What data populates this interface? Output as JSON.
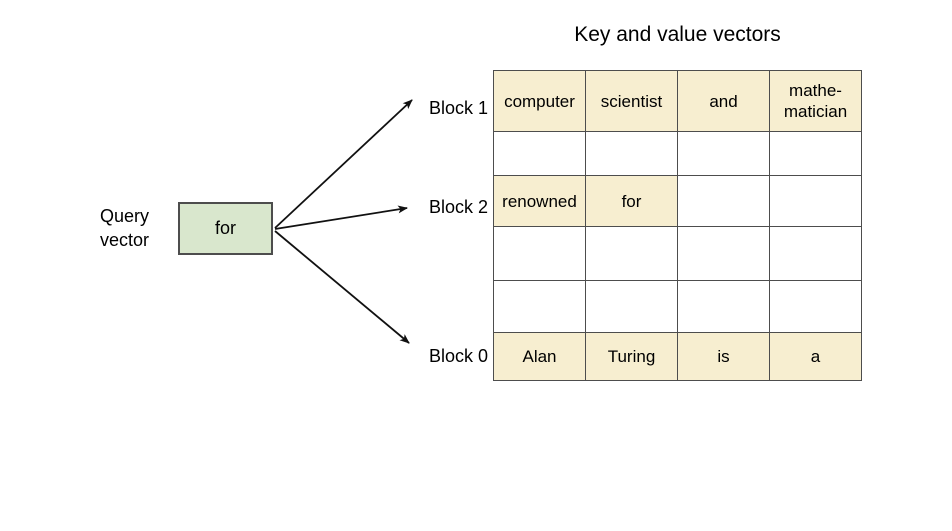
{
  "title": "Key and value vectors",
  "colors": {
    "cell_filled": "#f7eed0",
    "cell_empty": "#ffffff",
    "query_box_fill": "#d9e7cd",
    "border": "#4d4d4d",
    "text": "#000000",
    "background": "#ffffff"
  },
  "query": {
    "label_line1": "Query",
    "label_line2": "vector",
    "value": "for"
  },
  "blocks": [
    {
      "id": "block-1",
      "label": "Block 1",
      "row_index": 0
    },
    {
      "id": "block-2",
      "label": "Block 2",
      "row_index": 2
    },
    {
      "id": "block-0",
      "label": "Block 0",
      "row_index": 5
    }
  ],
  "arrows": [
    {
      "name": "arrow-to-block-1",
      "from_block": "query-vector",
      "to_block": "Block 1"
    },
    {
      "name": "arrow-to-block-2",
      "from_block": "query-vector",
      "to_block": "Block 2"
    },
    {
      "name": "arrow-to-block-0",
      "from_block": "query-vector",
      "to_block": "Block 0"
    }
  ],
  "table": {
    "columns": 4,
    "rows": [
      {
        "row_name": "row-block-1",
        "filled": true,
        "cells": [
          {
            "text": "computer",
            "lines": [
              "computer"
            ],
            "filled": true
          },
          {
            "text": "scientist",
            "lines": [
              "scientist"
            ],
            "filled": true
          },
          {
            "text": "and",
            "lines": [
              "and"
            ],
            "filled": true
          },
          {
            "text": "mathe-matician",
            "lines": [
              "mathe-",
              "matician"
            ],
            "filled": true
          }
        ]
      },
      {
        "row_name": "row-empty-1",
        "filled": false,
        "cells": [
          {
            "text": "",
            "lines": [
              ""
            ],
            "filled": false
          },
          {
            "text": "",
            "lines": [
              ""
            ],
            "filled": false
          },
          {
            "text": "",
            "lines": [
              ""
            ],
            "filled": false
          },
          {
            "text": "",
            "lines": [
              ""
            ],
            "filled": false
          }
        ]
      },
      {
        "row_name": "row-block-2",
        "filled": true,
        "cells": [
          {
            "text": "renowned",
            "lines": [
              "renowned"
            ],
            "filled": true
          },
          {
            "text": "for",
            "lines": [
              "for"
            ],
            "filled": true
          },
          {
            "text": "",
            "lines": [
              ""
            ],
            "filled": false
          },
          {
            "text": "",
            "lines": [
              ""
            ],
            "filled": false
          }
        ]
      },
      {
        "row_name": "row-empty-2",
        "filled": false,
        "cells": [
          {
            "text": "",
            "lines": [
              ""
            ],
            "filled": false
          },
          {
            "text": "",
            "lines": [
              ""
            ],
            "filled": false
          },
          {
            "text": "",
            "lines": [
              ""
            ],
            "filled": false
          },
          {
            "text": "",
            "lines": [
              ""
            ],
            "filled": false
          }
        ]
      },
      {
        "row_name": "row-empty-3",
        "filled": false,
        "cells": [
          {
            "text": "",
            "lines": [
              ""
            ],
            "filled": false
          },
          {
            "text": "",
            "lines": [
              ""
            ],
            "filled": false
          },
          {
            "text": "",
            "lines": [
              ""
            ],
            "filled": false
          },
          {
            "text": "",
            "lines": [
              ""
            ],
            "filled": false
          }
        ]
      },
      {
        "row_name": "row-block-0",
        "filled": true,
        "cells": [
          {
            "text": "Alan",
            "lines": [
              "Alan"
            ],
            "filled": true
          },
          {
            "text": "Turing",
            "lines": [
              "Turing"
            ],
            "filled": true
          },
          {
            "text": "is",
            "lines": [
              "is"
            ],
            "filled": true
          },
          {
            "text": "a",
            "lines": [
              "a"
            ],
            "filled": true
          }
        ]
      }
    ]
  }
}
